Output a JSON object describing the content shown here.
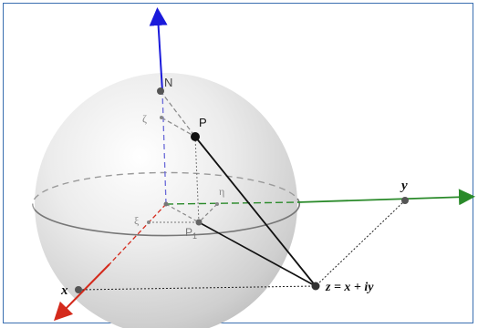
{
  "diagram": {
    "labels": {
      "north": "N",
      "point": "P",
      "zeta": "ζ",
      "xi": "ξ",
      "eta": "η",
      "p1": "P",
      "p1_subscript": "1",
      "x_axis": "x",
      "y_axis": "y",
      "z_point": "z = x + iy"
    },
    "colors": {
      "x_axis": "#d42a1c",
      "y_axis": "#2a8a2a",
      "z_axis": "#1a1adb",
      "frame": "#3a6fb0",
      "sphere_rim": "#777777",
      "point": "#1a1a1a",
      "point_grey": "#555555"
    }
  }
}
